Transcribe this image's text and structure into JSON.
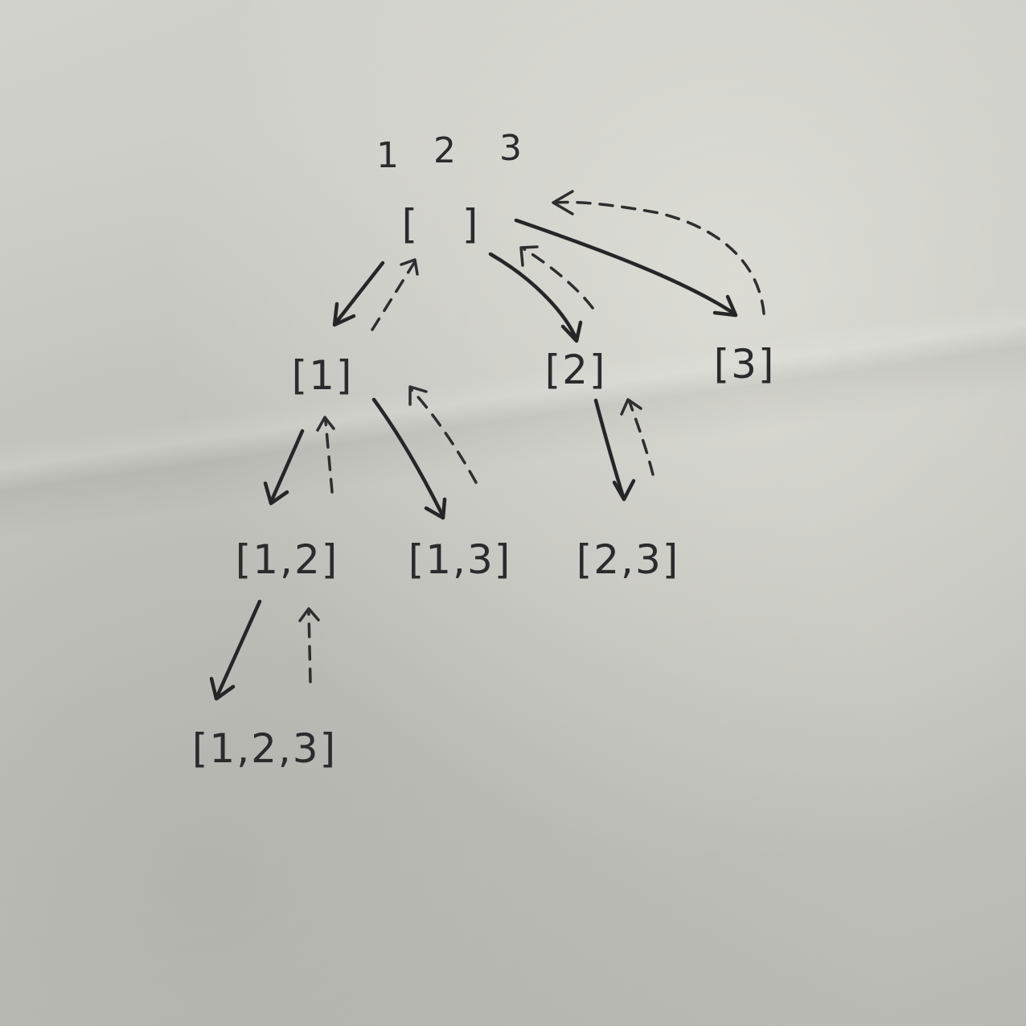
{
  "input_elements": [
    "1",
    "2",
    "3"
  ],
  "nodes": [
    {
      "id": "root",
      "label": "[   ]"
    },
    {
      "id": "n1",
      "label": "[1]"
    },
    {
      "id": "n2",
      "label": "[2]"
    },
    {
      "id": "n3",
      "label": "[3]"
    },
    {
      "id": "n12",
      "label": "[1,2]"
    },
    {
      "id": "n13",
      "label": "[1,3]"
    },
    {
      "id": "n23",
      "label": "[2,3]"
    },
    {
      "id": "n123",
      "label": "[1,2,3]"
    }
  ],
  "edges": [
    {
      "from": "root",
      "to": "n1",
      "style": "solid"
    },
    {
      "from": "n1",
      "to": "root",
      "style": "dashed"
    },
    {
      "from": "root",
      "to": "n2",
      "style": "solid"
    },
    {
      "from": "n2",
      "to": "root",
      "style": "dashed"
    },
    {
      "from": "root",
      "to": "n3",
      "style": "solid"
    },
    {
      "from": "n3",
      "to": "root",
      "style": "dashed"
    },
    {
      "from": "n1",
      "to": "n12",
      "style": "solid"
    },
    {
      "from": "n12",
      "to": "n1",
      "style": "dashed"
    },
    {
      "from": "n1",
      "to": "n13",
      "style": "solid"
    },
    {
      "from": "n13",
      "to": "n1",
      "style": "dashed"
    },
    {
      "from": "n2",
      "to": "n23",
      "style": "solid"
    },
    {
      "from": "n23",
      "to": "n2",
      "style": "dashed"
    },
    {
      "from": "n12",
      "to": "n123",
      "style": "solid"
    },
    {
      "from": "n123",
      "to": "n12",
      "style": "dashed"
    }
  ],
  "colors": {
    "ink": "#2b2b2b",
    "paper": "#c9c9c3"
  }
}
